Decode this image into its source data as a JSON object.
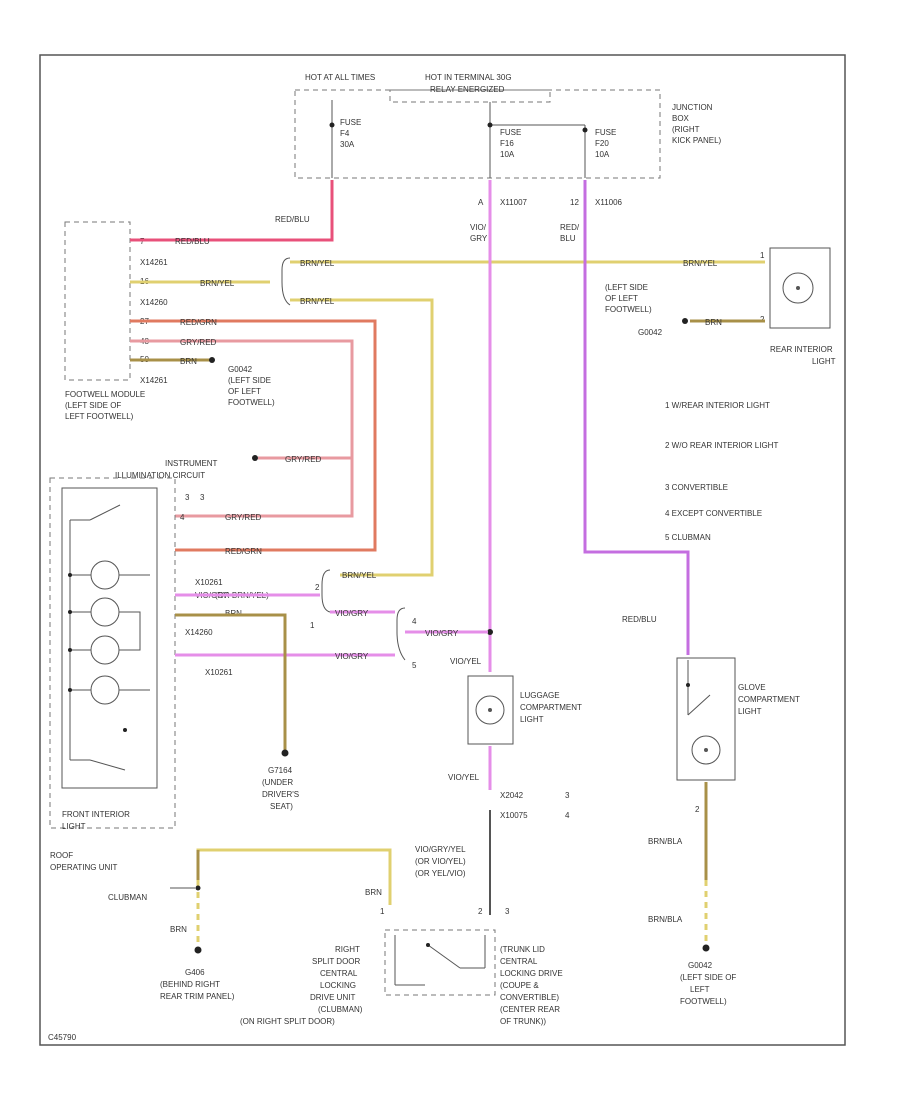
{
  "colors": {
    "red_blu": "#e8507a",
    "brn_yel": "#e0d070",
    "red_grn": "#e07a60",
    "gry_red": "#e89aa0",
    "brn": "#a89048",
    "vio_gry": "#e58ee8",
    "red_blu_2": "#c46ee0",
    "brn_bla": "#a89048",
    "wire_gray": "#555555"
  },
  "top": {
    "hot_at_all_times": "HOT AT ALL TIMES",
    "hot_in_terminal": "HOT IN TERMINAL 30G",
    "relay_energized": "RELAY ENERGIZED",
    "fuse_f4": [
      "FUSE",
      "F4",
      "30A"
    ],
    "fuse_f16": [
      "FUSE",
      "F16",
      "10A"
    ],
    "fuse_f20": [
      "FUSE",
      "F20",
      "10A"
    ],
    "junction_box": [
      "JUNCTION",
      "BOX",
      "(RIGHT",
      "KICK PANEL)"
    ],
    "pin_a": "A",
    "pin_x11007": "X11007",
    "pin_12": "12",
    "pin_x11006": "X11006",
    "wire_vio_gry": [
      "VIO/",
      "GRY"
    ],
    "wire_red_blu_right": [
      "RED/",
      "BLU"
    ]
  },
  "footwell": {
    "wire_red_blu": "RED/BLU",
    "conn_top": "X14261",
    "conn_mid": "X14260",
    "conn_bottom": "X14261",
    "pin_7a": "7",
    "pin_16": "16",
    "pin_27": "27",
    "pin_48": "48",
    "pin_50": "50",
    "w_brn_yel_1": "BRN/YEL",
    "w_red_grn": "RED/GRN",
    "w_gry_red": "GRY/RED",
    "w_brn": "BRN",
    "w_brn_yel_2": "BRN/YEL",
    "w_brn_yel_3": "BRN/YEL",
    "label": [
      "FOOTWELL MODULE",
      "(LEFT SIDE OF",
      "LEFT FOOTWELL)"
    ],
    "ground_g": [
      "G0042",
      "(LEFT SIDE",
      "OF LEFT",
      "FOOTWELL)"
    ]
  },
  "rear_light": {
    "wire": "BRN/YEL",
    "ground_label": [
      "(LEFT SIDE",
      "OF LEFT",
      "FOOTWELL)",
      "G0042"
    ],
    "ground_wire": "BRN",
    "pin_1": "1",
    "pin_2": "2",
    "label": [
      "REAR INTERIOR",
      "LIGHT"
    ]
  },
  "notes": [
    "1  W/REAR INTERIOR LIGHT",
    "2  W/O REAR INTERIOR LIGHT",
    "3  CONVERTIBLE",
    "4  EXCEPT CONVERTIBLE",
    "5  CLUBMAN"
  ],
  "instrument": {
    "label": "INSTRUMENT",
    "illum": "ILLUMINATION CIRCUIT",
    "w_gry_red": "GRY/RED",
    "w_gry_red_2": "GRY/RED",
    "w_red_grn": "RED/GRN",
    "w_vio_gry": [
      "VIO/GRY",
      "(OR BRN/YEL)"
    ],
    "w_brn": "BRN",
    "w_brn_yel": "BRN/YEL",
    "w_vio_gry_2": "VIO/GRY",
    "w_vio_gry_3": "VIO/GRY",
    "w_vio_gry_4": "VIO/GRY",
    "conn_x10": "X10261",
    "conn_x10b": "X10261",
    "conn_x14": "X14260",
    "pin_3": "3",
    "pin_4": "4",
    "pin_5": "5",
    "pin_1": "1",
    "pin_2": "2",
    "label_front": [
      "FRONT INTERIOR",
      "LIGHT"
    ],
    "roof": [
      "ROOF",
      "OPERATING UNIT"
    ],
    "g7": [
      "G7164",
      "(UNDER",
      "DRIVER'S",
      "SEAT)"
    ]
  },
  "luggage": {
    "wire_top": "VIO/YEL",
    "wire_bottom": "VIO/YEL",
    "label": [
      "LUGGAGE",
      "COMPARTMENT",
      "LIGHT"
    ],
    "conn_1": "X2042",
    "conn_2": "X10075",
    "pin_3": "3",
    "pin_4": "4",
    "wire_notes": [
      "VIO/GRY/YEL",
      "(OR VIO/YEL)",
      "(OR YEL/VIO)"
    ]
  },
  "glove": {
    "wire": "RED/BLU",
    "label": [
      "GLOVE",
      "COMPARTMENT",
      "LIGHT"
    ],
    "w_brn_bla_1": "BRN/BLA",
    "w_brn_bla_2": "BRN/BLA",
    "pin_2": "2",
    "ground": [
      "G0042",
      "(LEFT SIDE OF",
      "LEFT",
      "FOOTWELL)"
    ]
  },
  "bottom": {
    "clubman": "CLUBMAN",
    "brn": "BRN",
    "brn_2": "BRN",
    "g406": [
      "G406",
      "(BEHIND RIGHT",
      "REAR TRIM PANEL)"
    ],
    "right_door": [
      "RIGHT",
      "SPLIT DOOR",
      "CENTRAL",
      "LOCKING",
      "DRIVE UNIT",
      "(CLUBMAN)",
      "(ON RIGHT SPLIT DOOR)"
    ],
    "trunk_lid": [
      "(TRUNK LID",
      "CENTRAL",
      "LOCKING DRIVE",
      "(COUPE &",
      "CONVERTIBLE)",
      "(CENTER REAR",
      "OF TRUNK))"
    ],
    "pin_1": "1",
    "pin_2": "2",
    "pin_3": "3",
    "ref": "C45790"
  }
}
